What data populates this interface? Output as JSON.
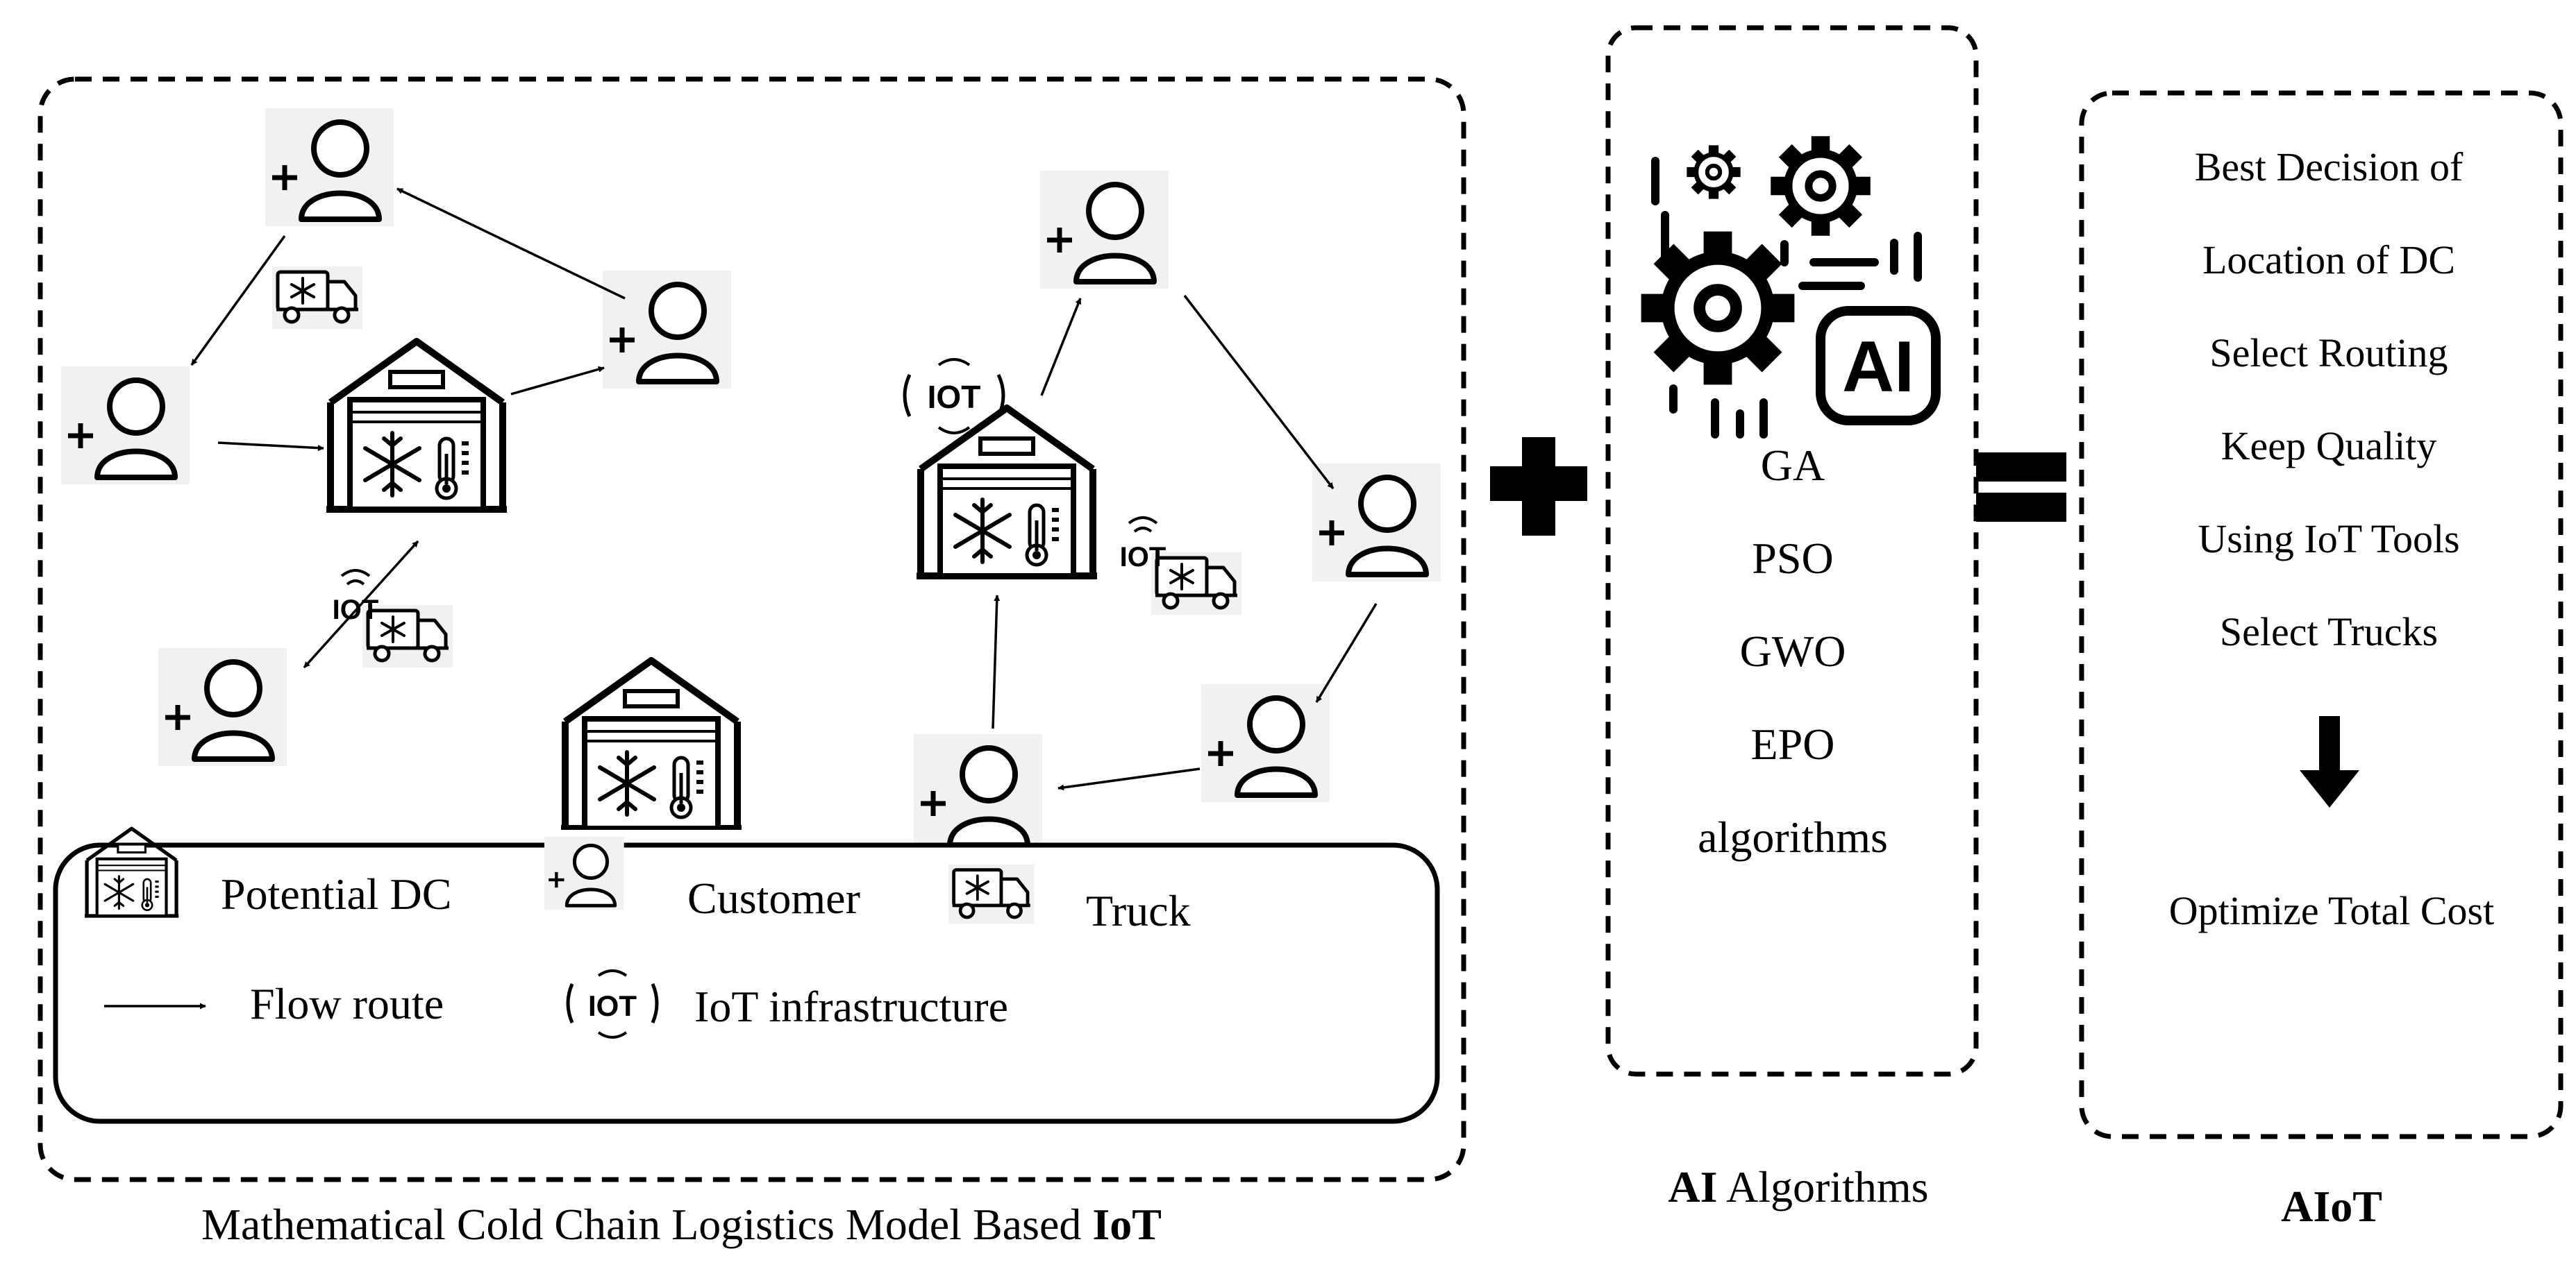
{
  "iot_section": {
    "caption_regular": "Mathematical Cold Chain Logistics Model Based ",
    "caption_bold": "IoT",
    "legend": {
      "potential_dc": "Potential DC",
      "customer": "Customer",
      "truck": "Truck",
      "flow_route": "Flow route",
      "iot_infrastructure": "IoT infrastructure"
    },
    "iot_icon_text": "IOT"
  },
  "ai_section": {
    "icon_text": "AI",
    "algorithms": [
      "GA",
      "PSO",
      "GWO",
      "EPO",
      "algorithms"
    ],
    "caption_bold": "AI",
    "caption_regular": " Algorithms"
  },
  "aiot_section": {
    "lines": [
      "Best Decision of",
      "Location of DC",
      "Select Routing",
      "Keep Quality",
      "Using IoT Tools",
      "Select Trucks"
    ],
    "result": "Optimize Total Cost",
    "caption": "AIoT"
  }
}
